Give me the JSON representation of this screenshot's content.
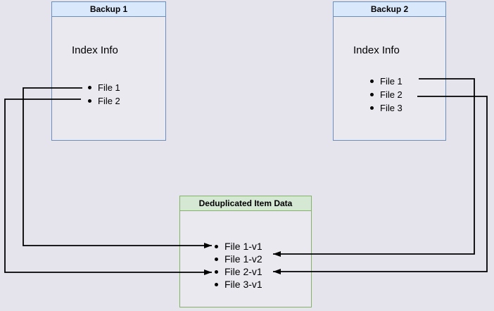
{
  "diagram": {
    "backup1": {
      "title": "Backup 1",
      "body_label": "Index Info",
      "files": [
        "File 1",
        "File 2"
      ]
    },
    "backup2": {
      "title": "Backup 2",
      "body_label": "Index Info",
      "files": [
        "File 1",
        "File 2",
        "File 3"
      ]
    },
    "dedup": {
      "title": "Deduplicated Item Data",
      "items": [
        "File 1-v1",
        "File 1-v2",
        "File 2-v1",
        "File 3-v1"
      ]
    },
    "connections": [
      {
        "from": "Backup 1 / File 1",
        "to": "File 1-v1"
      },
      {
        "from": "Backup 1 / File 2",
        "to": "File 2-v1"
      },
      {
        "from": "Backup 2 / File 1",
        "to": "File 1-v2"
      },
      {
        "from": "Backup 2 / File 2",
        "to": "File 2-v1"
      }
    ],
    "colors": {
      "page_background": "#e5e4ec",
      "box_fill": "#e9e9ef",
      "blue_header_fill": "#dae8fc",
      "blue_border": "#6c8ebf",
      "green_header_fill": "#d5e8d4",
      "green_border": "#82b366",
      "connector": "#000000"
    }
  }
}
